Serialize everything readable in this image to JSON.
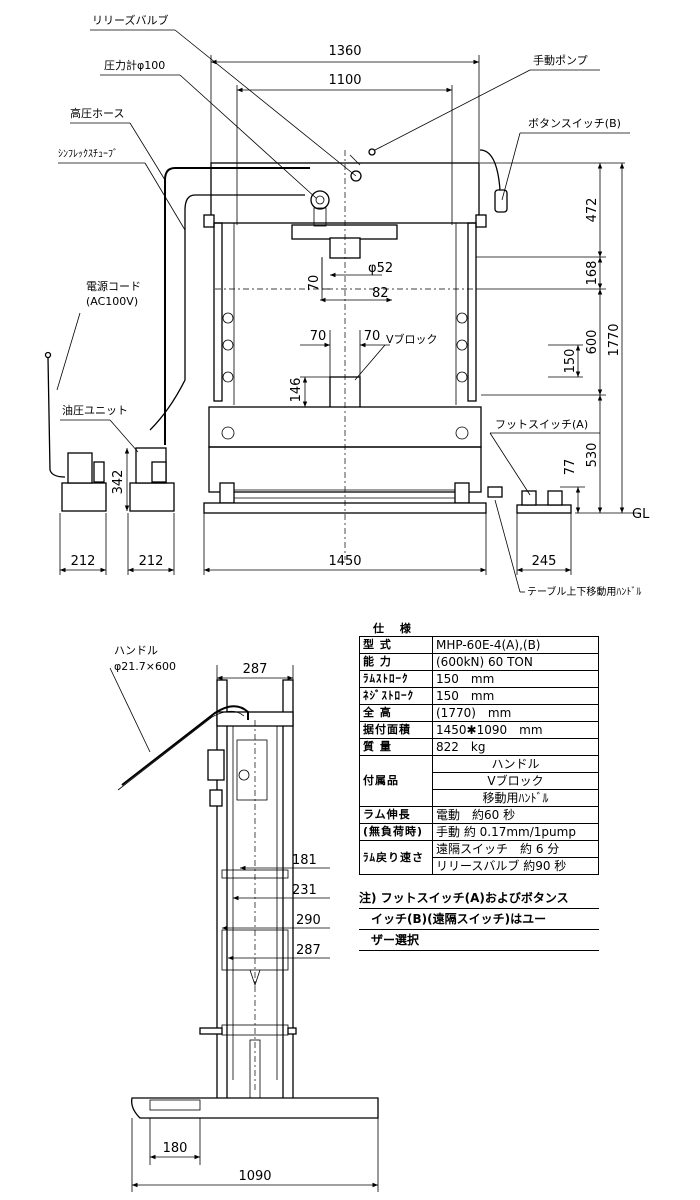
{
  "front_view": {
    "labels": {
      "release_valve": "リリーズバルブ",
      "pressure_gauge": "圧力計φ100",
      "hand_pump": "手動ポンプ",
      "button_switch": "ボタンスイッチ(B)",
      "high_pressure_hose": "高圧ホース",
      "synflex_tube": "ｼﾝﾌﾚｯｸｽﾁｭｰﾌﾞ",
      "power_cord": "電源コード",
      "power_cord_spec": "(AC100V)",
      "hydraulic_unit": "油圧ユニット",
      "v_block": "Vブロック",
      "foot_switch": "フットスイッチ(A)",
      "table_handle": "テーブル上下移動用ﾊﾝﾄﾞﾙ",
      "gl": "GL"
    },
    "dimensions": {
      "width_1360": "1360",
      "width_1100": "1100",
      "d_472": "472",
      "d_168": "168",
      "d_1770": "1770",
      "d_600": "600",
      "d_150": "150",
      "d_530": "530",
      "d_77": "77",
      "d_70_ram": "70",
      "phi52": "φ52",
      "d_82": "82",
      "d_70_left": "70",
      "d_70_right": "70",
      "d_146": "146",
      "d_342": "342",
      "d_212_a": "212",
      "d_212_b": "212",
      "d_1450": "1450",
      "d_245": "245"
    }
  },
  "side_view": {
    "labels": {
      "handle": "ハンドル",
      "handle_spec": "φ21.7×600"
    },
    "dimensions": {
      "d_287_top": "287",
      "d_181": "181",
      "d_231": "231",
      "d_290": "290",
      "d_287_low": "287",
      "d_180": "180",
      "d_1090": "1090"
    }
  },
  "spec": {
    "title": "仕 様",
    "rows": [
      {
        "k": "型 式",
        "v": "MHP-60E-4(A),(B)"
      },
      {
        "k": "能 力",
        "v": "(600kN) 60 TON"
      },
      {
        "k": "ﾗﾑｽﾄﾛｰｸ",
        "v": "150　mm"
      },
      {
        "k": "ﾈｼﾞｽﾄﾛｰｸ",
        "v": "150　mm"
      },
      {
        "k": "全 高",
        "v": "(1770)　mm"
      },
      {
        "k": "据付面積",
        "v": "1450✱1090　mm"
      },
      {
        "k": "質 量",
        "v": "822　kg"
      }
    ],
    "accessories_key": "付属品",
    "accessories": [
      "ハンドル",
      "Vブロック",
      "移動用ﾊﾝﾄﾞﾙ"
    ],
    "ram_ext_key1": "ラム伸長",
    "ram_ext_key2": "(無負荷時)",
    "ram_ext": [
      "電動　約60 秒",
      "手動 約 0.17mm/1pump"
    ],
    "ram_ret_key": "ﾗﾑ戻り速さ",
    "ram_ret": [
      "遠隔スイッチ　約 6 分",
      "リリースバルブ 約90 秒"
    ]
  },
  "note": {
    "lines": [
      "注) フットスイッチ(A)およびボタンス",
      "　イッチ(B)(遠隔スイッチ)はユー",
      "　ザー選択"
    ]
  }
}
